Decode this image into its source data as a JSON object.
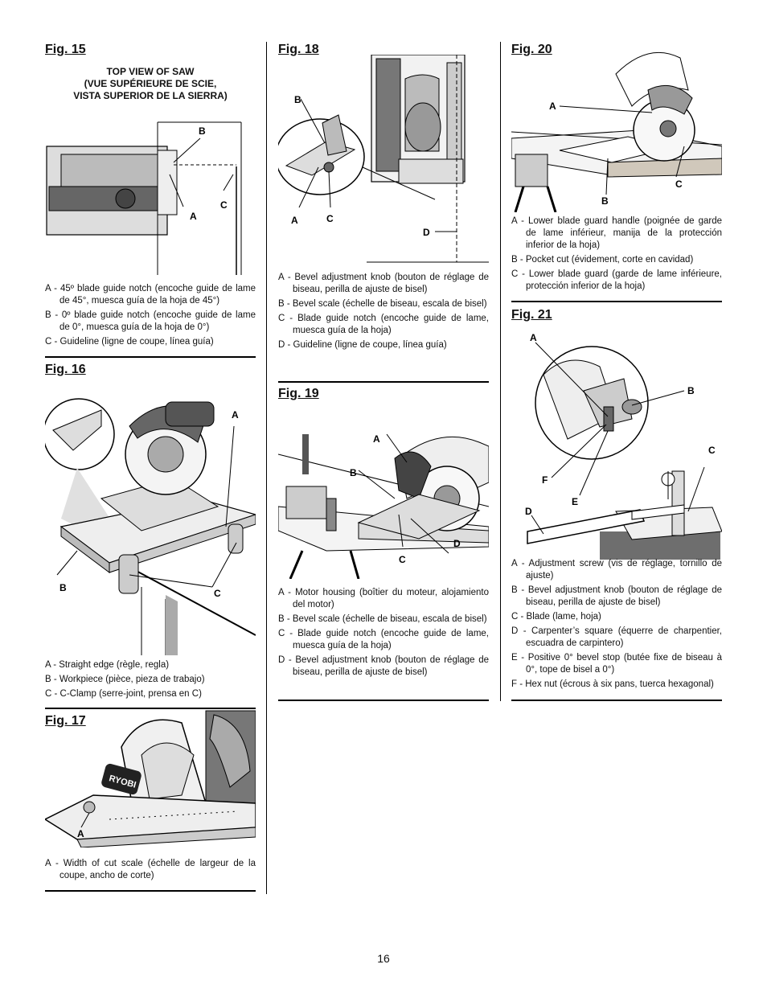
{
  "fig15": {
    "title": "Fig. 15",
    "view_title_1": "TOP VIEW OF SAW",
    "view_title_2": "(VUE SUPÉRIEURE DE SCIE,",
    "view_title_3": "VISTA SUPERIOR DE LA SIERRA)",
    "labels": {
      "a": "A",
      "b": "B",
      "c": "C"
    },
    "items": [
      "A - 45º blade guide notch (encoche guide de lame de 45°, muesca guía de la hoja de 45°)",
      "B - 0º blade guide notch (encoche guide de lame de 0°, muesca guía de la hoja de 0°)",
      "C - Guideline (ligne de coupe, línea guía)"
    ]
  },
  "fig16": {
    "title": "Fig. 16",
    "labels": {
      "a": "A",
      "b": "B",
      "c": "C"
    },
    "items": [
      "A - Straight edge (règle, regla)",
      "B - Workpiece (pièce, pieza de trabajo)",
      "C - C-Clamp (serre-joint, prensa en C)"
    ]
  },
  "fig17": {
    "title": "Fig. 17",
    "brand": "RYOBI",
    "labels": {
      "a": "A"
    },
    "items": [
      "A - Width of cut scale (échelle de largeur de la coupe, ancho de corte)"
    ]
  },
  "fig18": {
    "title": "Fig. 18",
    "labels": {
      "a": "A",
      "b": "B",
      "c": "C",
      "d": "D"
    },
    "items": [
      "A - Bevel adjustment knob (bouton de réglage de biseau, perilla de ajuste de bisel)",
      "B - Bevel scale (échelle de biseau, escala de bisel)",
      "C - Blade guide notch (encoche guide de lame, muesca guía de la hoja)",
      "D - Guideline (ligne de coupe, línea guía)"
    ]
  },
  "fig19": {
    "title": "Fig. 19",
    "labels": {
      "a": "A",
      "b": "B",
      "c": "C",
      "d": "D"
    },
    "items": [
      "A - Motor housing (boîtier du moteur, alojamiento del motor)",
      "B - Bevel scale (échelle de biseau, escala de bisel)",
      "C - Blade guide notch (encoche guide de lame, muesca guía de la hoja)",
      "D - Bevel adjustment knob (bouton de réglage de biseau, perilla de ajuste de bisel)"
    ]
  },
  "fig20": {
    "title": "Fig. 20",
    "labels": {
      "a": "A",
      "b": "B",
      "c": "C"
    },
    "items": [
      "A - Lower blade guard handle (poignée de garde de lame inférieur, manija de la protección inferior de la hoja)",
      "B - Pocket cut (évidement, corte en cavidad)",
      "C - Lower blade guard (garde de lame inférieure, protección inferior de la hoja)"
    ]
  },
  "fig21": {
    "title": "Fig. 21",
    "labels": {
      "a": "A",
      "b": "B",
      "c": "C",
      "d": "D",
      "e": "E",
      "f": "F"
    },
    "items": [
      "A - Adjustment screw (vis de réglage, tornillo de ajuste)",
      "B - Bevel adjustment knob (bouton de réglage de biseau, perilla de ajuste de bisel)",
      "C - Blade (lame, hoja)",
      "D - Carpenter’s square (équerre de charpentier, escuadra de carpintero)",
      "E - Positive 0° bevel stop (butée fixe de biseau à 0°, tope de bisel a 0°)",
      "F - Hex nut (écrous à six pans, tuerca hexagonal)"
    ]
  },
  "page_number": "16"
}
